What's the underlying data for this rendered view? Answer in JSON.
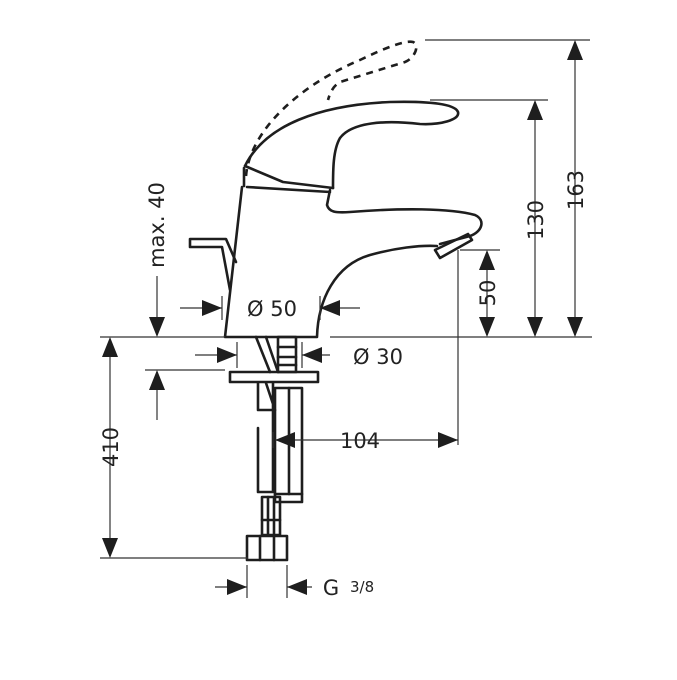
{
  "title": "Single-lever basin mixer dimension drawing",
  "dimensions": {
    "total_height": "163",
    "lever_height": "130",
    "spout_height": "50",
    "max_thickness": "max. 40",
    "body_diameter": "Ø 50",
    "shank_diameter": "Ø 30",
    "hose_length": "410",
    "projection": "104",
    "connection_prefix": "G",
    "connection_size": "3/8"
  }
}
